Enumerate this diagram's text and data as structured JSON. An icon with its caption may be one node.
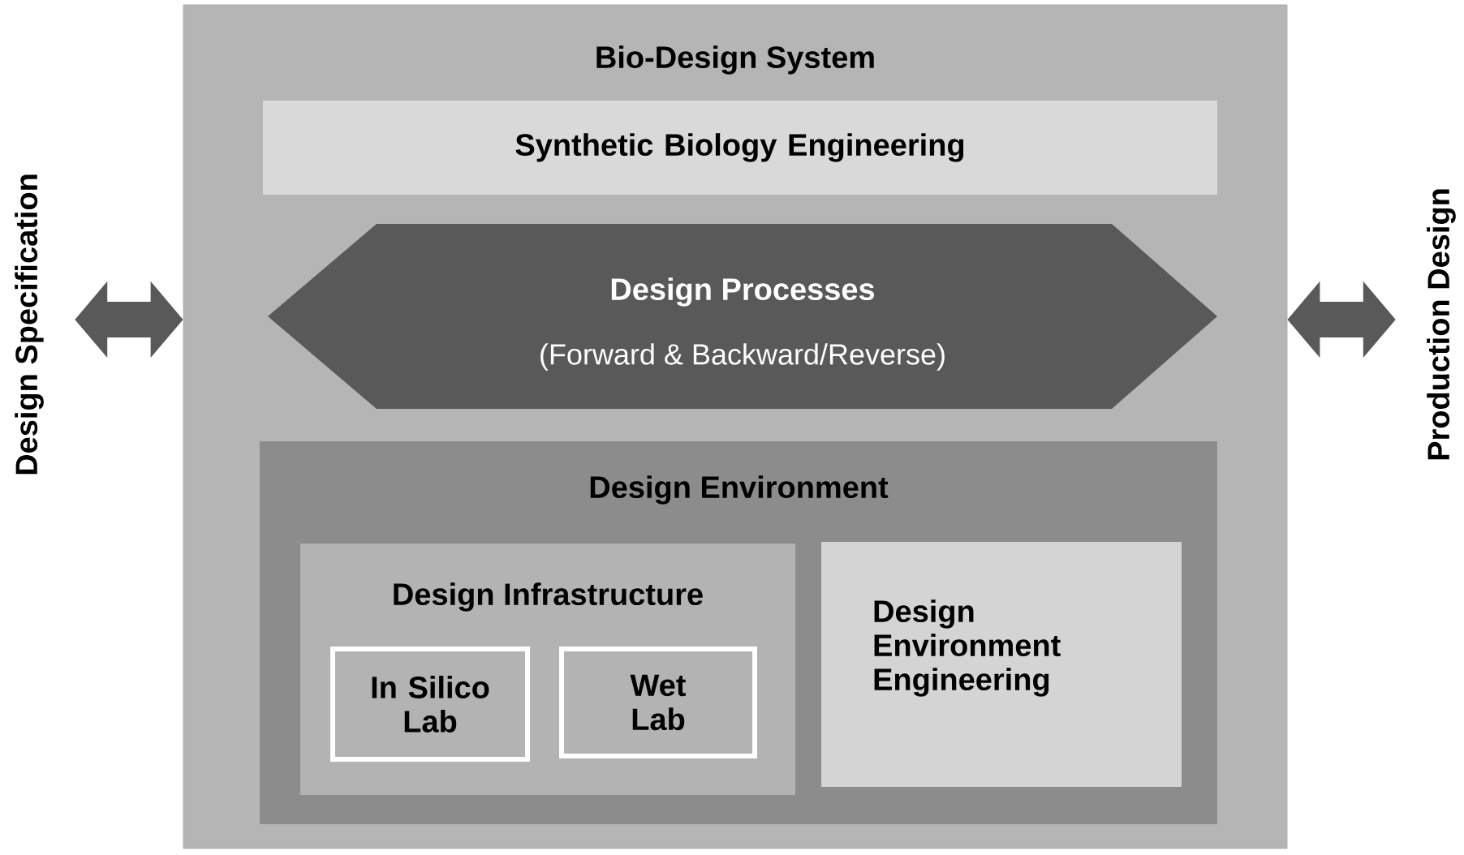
{
  "diagram": {
    "nodes": [
      {
        "text": [
          "Bio-Design System"
        ]
      },
      {
        "text": [
          "Synthetic Biology Engineering"
        ],
        "in": 0
      },
      {
        "text": [
          "Design Processes",
          "(Forward & Backward/Reverse)"
        ],
        "in": 0
      },
      {
        "text": [
          "Design Environment"
        ],
        "in": 0
      },
      {
        "text": [
          "Design Infrastructure"
        ],
        "in": 3
      },
      {
        "text": [
          "In Silico Lab"
        ],
        "in": 4
      },
      {
        "text": [
          "Wet Lab"
        ],
        "in": 4
      },
      {
        "text": [
          "Design Environment Engineering"
        ],
        "in": 3
      },
      {
        "text": [
          "Design Specification"
        ]
      },
      {
        "text": [
          "Production Design"
        ]
      }
    ],
    "edges": [
      {
        "from": 8,
        "to": 0,
        "arrow": "both"
      },
      {
        "from": 0,
        "to": 9,
        "arrow": "both"
      }
    ]
  }
}
